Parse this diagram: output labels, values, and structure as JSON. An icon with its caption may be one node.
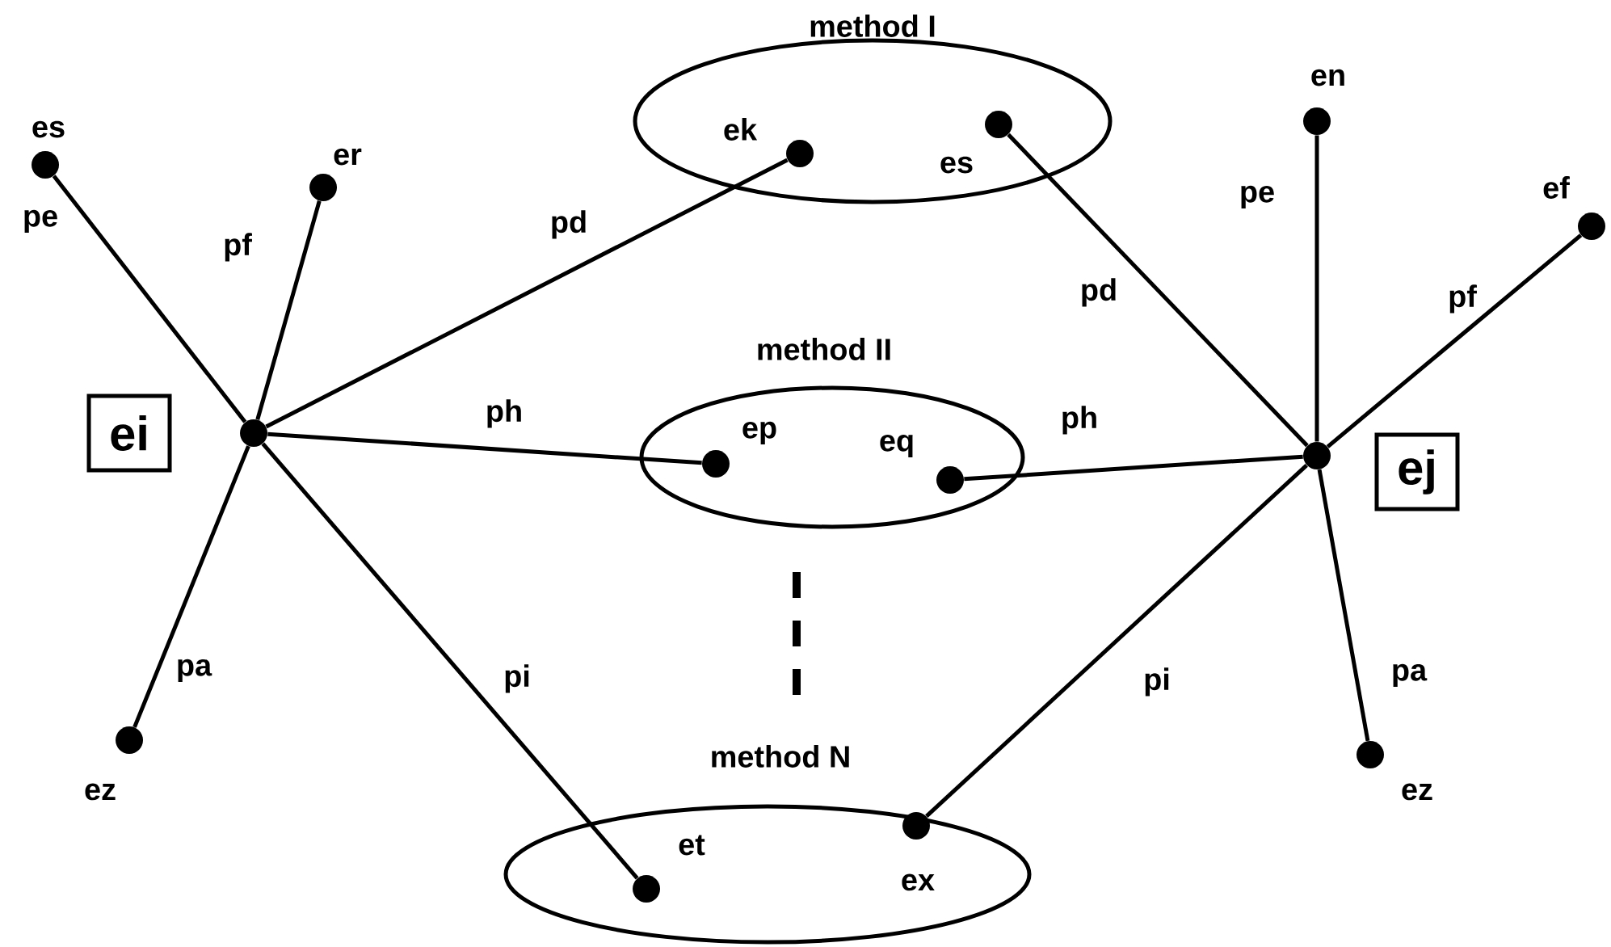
{
  "diagram": {
    "nodes": [
      {
        "text": [
          "method I"
        ]
      },
      {
        "text": [],
        "shape": "circle",
        "in": 0,
        "beside": [
          "ek"
        ]
      },
      {
        "text": [],
        "shape": "circle",
        "in": 0,
        "beside": [
          "es"
        ]
      },
      {
        "text": [
          "method II"
        ]
      },
      {
        "text": [],
        "shape": "circle",
        "in": 3,
        "beside": [
          "ep"
        ]
      },
      {
        "text": [],
        "shape": "circle",
        "in": 3,
        "beside": [
          "eq"
        ]
      },
      {
        "text": [
          "method N"
        ]
      },
      {
        "text": [],
        "shape": "circle",
        "in": 6,
        "beside": [
          "et"
        ]
      },
      {
        "text": [],
        "shape": "circle",
        "in": 6,
        "beside": [
          "ex"
        ]
      },
      {
        "text": [
          "ei"
        ]
      },
      {
        "text": [],
        "shape": "circle"
      },
      {
        "text": [],
        "shape": "circle",
        "beside": [
          "es"
        ]
      },
      {
        "text": [],
        "shape": "circle",
        "beside": [
          "er"
        ]
      },
      {
        "text": [],
        "shape": "circle",
        "beside": [
          "ez"
        ]
      },
      {
        "text": [
          "ej"
        ]
      },
      {
        "text": [],
        "shape": "circle"
      },
      {
        "text": [],
        "shape": "circle",
        "beside": [
          "en"
        ]
      },
      {
        "text": [],
        "shape": "circle",
        "beside": [
          "ef"
        ]
      },
      {
        "text": [],
        "shape": "circle",
        "beside": [
          "ez"
        ]
      }
    ],
    "edges": [
      {
        "from": 10,
        "to": 11,
        "arrow": "none",
        "label": "pe"
      },
      {
        "from": 10,
        "to": 12,
        "arrow": "none",
        "label": "pf"
      },
      {
        "from": 10,
        "to": 1,
        "arrow": "none",
        "label": "pd"
      },
      {
        "from": 10,
        "to": 4,
        "arrow": "none",
        "label": "ph"
      },
      {
        "from": 10,
        "to": 13,
        "arrow": "none",
        "label": "pa"
      },
      {
        "from": 10,
        "to": 7,
        "arrow": "none",
        "label": "pi"
      },
      {
        "from": 15,
        "to": 2,
        "arrow": "none",
        "label": "pd"
      },
      {
        "from": 15,
        "to": 16,
        "arrow": "none",
        "label": "pe"
      },
      {
        "from": 15,
        "to": 17,
        "arrow": "none",
        "label": "pf"
      },
      {
        "from": 15,
        "to": 5,
        "arrow": "none",
        "label": "ph"
      },
      {
        "from": 15,
        "to": 8,
        "arrow": "none",
        "label": "pi"
      },
      {
        "from": 15,
        "to": 18,
        "arrow": "none",
        "label": "pa"
      }
    ]
  }
}
